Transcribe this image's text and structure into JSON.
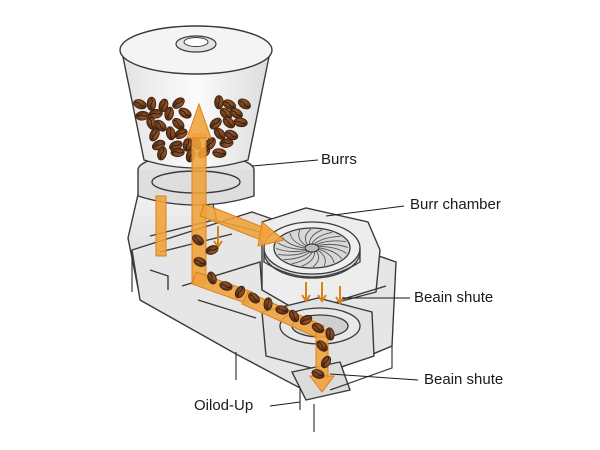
{
  "labels": {
    "burrs": "Burrs",
    "burr_chamber": "Burr chamber",
    "bean_chute_upper": "Beain shute",
    "bean_chute_lower": "Beain shute",
    "oiled_up": "Oilod-Up"
  },
  "colors": {
    "flow_arrow": "#f0a23a",
    "flow_arrow_edge": "#d9821a",
    "coffee_bean": "#6b3a1e",
    "body_outline": "#3a3a3a",
    "body_fill": "#e9e9e9",
    "hopper_glass": "#f2f2f2"
  },
  "icons": [
    "coffee-bean-icon",
    "flow-arrow-icon"
  ]
}
